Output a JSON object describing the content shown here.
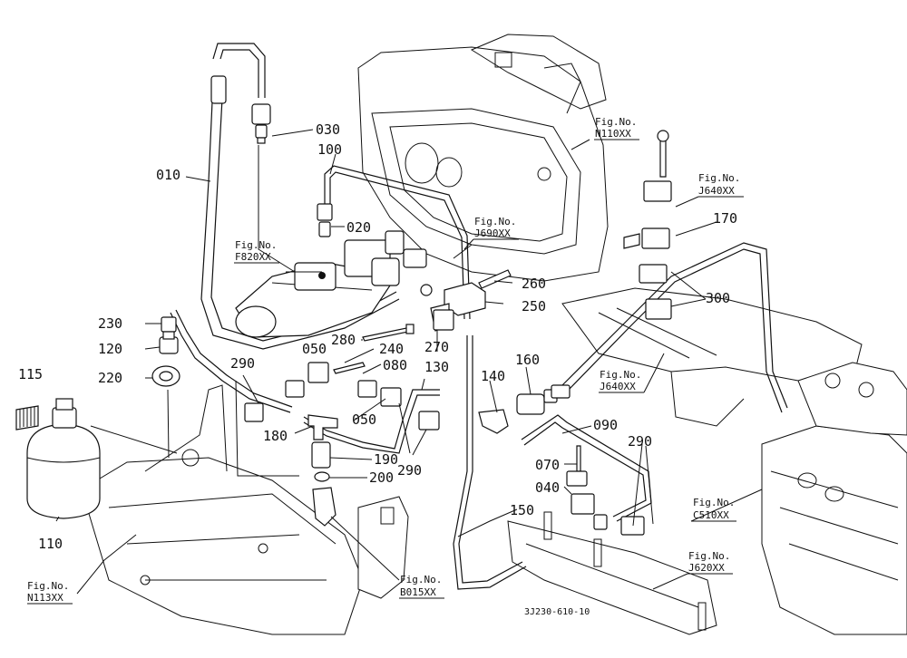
{
  "parts": [
    {
      "id": "p010",
      "label": "010"
    },
    {
      "id": "p030",
      "label": "030"
    },
    {
      "id": "p100",
      "label": "100"
    },
    {
      "id": "p020",
      "label": "020"
    },
    {
      "id": "p260",
      "label": "260"
    },
    {
      "id": "p250",
      "label": "250"
    },
    {
      "id": "p170",
      "label": "170"
    },
    {
      "id": "p300",
      "label": "300"
    },
    {
      "id": "p230",
      "label": "230"
    },
    {
      "id": "p120",
      "label": "120"
    },
    {
      "id": "p220",
      "label": "220"
    },
    {
      "id": "p115",
      "label": "115"
    },
    {
      "id": "p110",
      "label": "110"
    },
    {
      "id": "p280",
      "label": "280"
    },
    {
      "id": "p050a",
      "label": "050"
    },
    {
      "id": "p240",
      "label": "240"
    },
    {
      "id": "p270",
      "label": "270"
    },
    {
      "id": "p080",
      "label": "080"
    },
    {
      "id": "p290a",
      "label": "290"
    },
    {
      "id": "p130",
      "label": "130"
    },
    {
      "id": "p140",
      "label": "140"
    },
    {
      "id": "p160",
      "label": "160"
    },
    {
      "id": "p180",
      "label": "180"
    },
    {
      "id": "p050b",
      "label": "050"
    },
    {
      "id": "p190",
      "label": "190"
    },
    {
      "id": "p200",
      "label": "200"
    },
    {
      "id": "p290b",
      "label": "290"
    },
    {
      "id": "p090",
      "label": "090"
    },
    {
      "id": "p070",
      "label": "070"
    },
    {
      "id": "p290c",
      "label": "290"
    },
    {
      "id": "p040",
      "label": "040"
    },
    {
      "id": "p150",
      "label": "150"
    }
  ],
  "figure_refs": [
    {
      "id": "n110",
      "line1": "Fig.No.",
      "line2": "N110XX"
    },
    {
      "id": "j640a",
      "line1": "Fig.No.",
      "line2": "J640XX"
    },
    {
      "id": "j690",
      "line1": "Fig.No.",
      "line2": "J690XX"
    },
    {
      "id": "f820",
      "line1": "Fig.No.",
      "line2": "F820XX"
    },
    {
      "id": "j640b",
      "line1": "Fig.No.",
      "line2": "J640XX"
    },
    {
      "id": "c510",
      "line1": "Fig.No.",
      "line2": "C510XX"
    },
    {
      "id": "j620",
      "line1": "Fig.No.",
      "line2": "J620XX"
    },
    {
      "id": "b015",
      "line1": "Fig.No.",
      "line2": "B015XX"
    },
    {
      "id": "n113",
      "line1": "Fig.No.",
      "line2": "N113XX"
    }
  ],
  "drawing_code": "3J230-610-10",
  "colors": {
    "ink": "#111111",
    "paper": "#ffffff"
  }
}
